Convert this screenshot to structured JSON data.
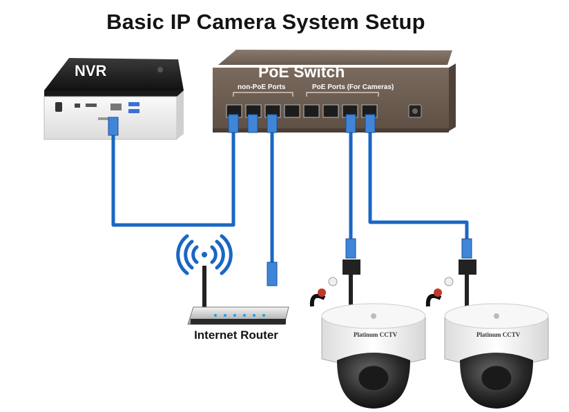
{
  "diagram": {
    "title": "Basic IP Camera System Setup",
    "nvr": {
      "label": "NVR"
    },
    "switch": {
      "label": "PoE Switch",
      "non_poe_label": "non-PoE Ports",
      "poe_label": "PoE Ports (For Cameras)"
    },
    "router": {
      "label": "Internet Router"
    },
    "cameras": [
      {
        "brand": "Platinum CCTV"
      },
      {
        "brand": "Platinum CCTV"
      }
    ]
  },
  "colors": {
    "cable": "#1a66c4",
    "switch_body": "#6f5e52",
    "camera_body": "#f2f2f2"
  },
  "icons": [
    "nvr-box-icon",
    "poe-switch-icon",
    "router-icon",
    "wifi-signal-icon",
    "dome-camera-icon",
    "ethernet-plug-icon"
  ]
}
